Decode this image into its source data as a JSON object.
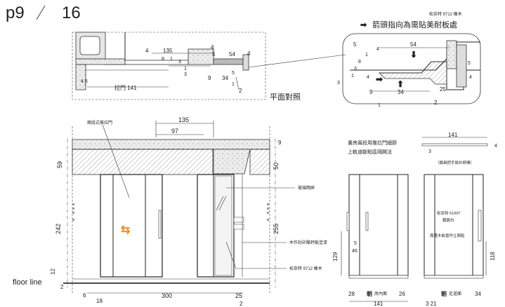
{
  "page": {
    "number": "p9",
    "total": "16"
  },
  "plan": {
    "dims": [
      "4",
      "135",
      "4",
      "5",
      "54",
      "4",
      "8",
      "1",
      "3",
      "1",
      "3",
      "9",
      "34",
      "5",
      "4.6",
      "1",
      "2"
    ],
    "door_label": "拉門 141",
    "caption": "平面對照"
  },
  "detail": {
    "title": "箭頭指向為需貼美耐板處",
    "note": "松奈特 9712 橡木",
    "dims": [
      "5",
      "54",
      "4",
      "1",
      "8",
      "3",
      "3",
      "1",
      "4",
      "5",
      "4",
      "9",
      "34",
      "25",
      "1",
      "2"
    ]
  },
  "elevation": {
    "callouts": {
      "sliding_door": "兩段式推拉門",
      "glass": "玻璃隔屏",
      "jamb": "木作封矽酸鈣板塗漆",
      "laminate": "松奈特 9712 橡木"
    },
    "top_dims": [
      "135",
      "97"
    ],
    "right_dims": [
      "9",
      "50",
      "255"
    ],
    "left_dims": [
      "59",
      "242",
      "12",
      "2"
    ],
    "floor_label": "floor line",
    "bottom_dims": [
      "6",
      "18",
      "300",
      "25",
      "2"
    ]
  },
  "door_spec": {
    "title_line1": "書房兩段用推拉門細節",
    "title_line2": "上軌道斷點區隔開法",
    "width_top": "141",
    "dim_3": "3",
    "dim_4": "4",
    "handle_note": "（鎖具把手設計師擇）",
    "inner": {
      "dim_5": "5",
      "dim_46": "46",
      "dim_129": "129",
      "bottom_28": "28",
      "bottom_26": "26",
      "caption_main": "朝",
      "caption_sub": "房內面",
      "width": "141"
    },
    "outer": {
      "laminate_note": "松奈特 5100T",
      "laminate_note2": "鏡面白",
      "frame_note": "周邊木板當作立面貼",
      "dim_118": "118",
      "bottom_34": "34",
      "caption_main": "朝",
      "caption_sub": "走道面",
      "dims_bottom": "3 21"
    }
  },
  "colors": {
    "arrow_orange": "#f08a1c",
    "concrete": "#e6e6e6"
  }
}
